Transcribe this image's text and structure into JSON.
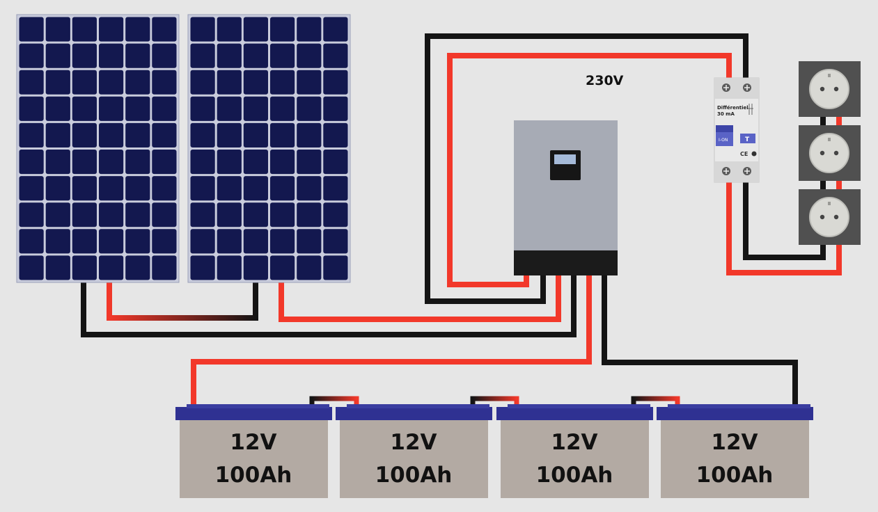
{
  "diagram": {
    "voltage_label": "230V",
    "breaker": {
      "line1": "Différentiel",
      "line2": "30 mA",
      "on_label": "I-ON",
      "test_label": "T",
      "ce_mark": "CE"
    },
    "batteries": [
      {
        "voltage": "12V",
        "capacity": "100Ah"
      },
      {
        "voltage": "12V",
        "capacity": "100Ah"
      },
      {
        "voltage": "12V",
        "capacity": "100Ah"
      },
      {
        "voltage": "12V",
        "capacity": "100Ah"
      }
    ],
    "solar_panel_count": 2,
    "socket_count": 3
  },
  "colors": {
    "background": "#e6e6e6",
    "wire_positive": "#f2382a",
    "wire_negative": "#141414",
    "panel_cell": "#13184f",
    "panel_grid": "#c9ccdc",
    "inverter_body": "#a7abb5",
    "inverter_base": "#1b1b1b",
    "battery_body": "#b3aaa3",
    "battery_lid": "#2f3192",
    "socket_frame": "#505050",
    "socket_face": "#d9d9d4",
    "breaker_body": "#e9e9e9",
    "breaker_switch": "#5a63c6"
  }
}
